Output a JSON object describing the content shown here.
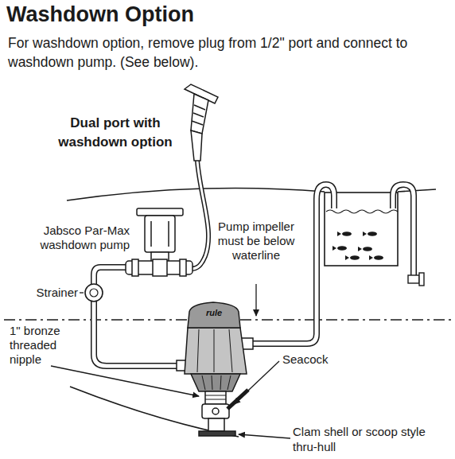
{
  "diagram": {
    "title": "Washdown Option",
    "labels": [
      "For washdown option, remove plug from 1/2\" port and connect to washdown pump. (See below).",
      "Dual port with washdown option",
      "Jabsco Par-Max washdown pump",
      "Pump impeller must be below waterline",
      "Strainer",
      "1\" bronze threaded nipple",
      "Seacock",
      "Clam shell or scoop style thru-hull",
      "rule"
    ]
  }
}
